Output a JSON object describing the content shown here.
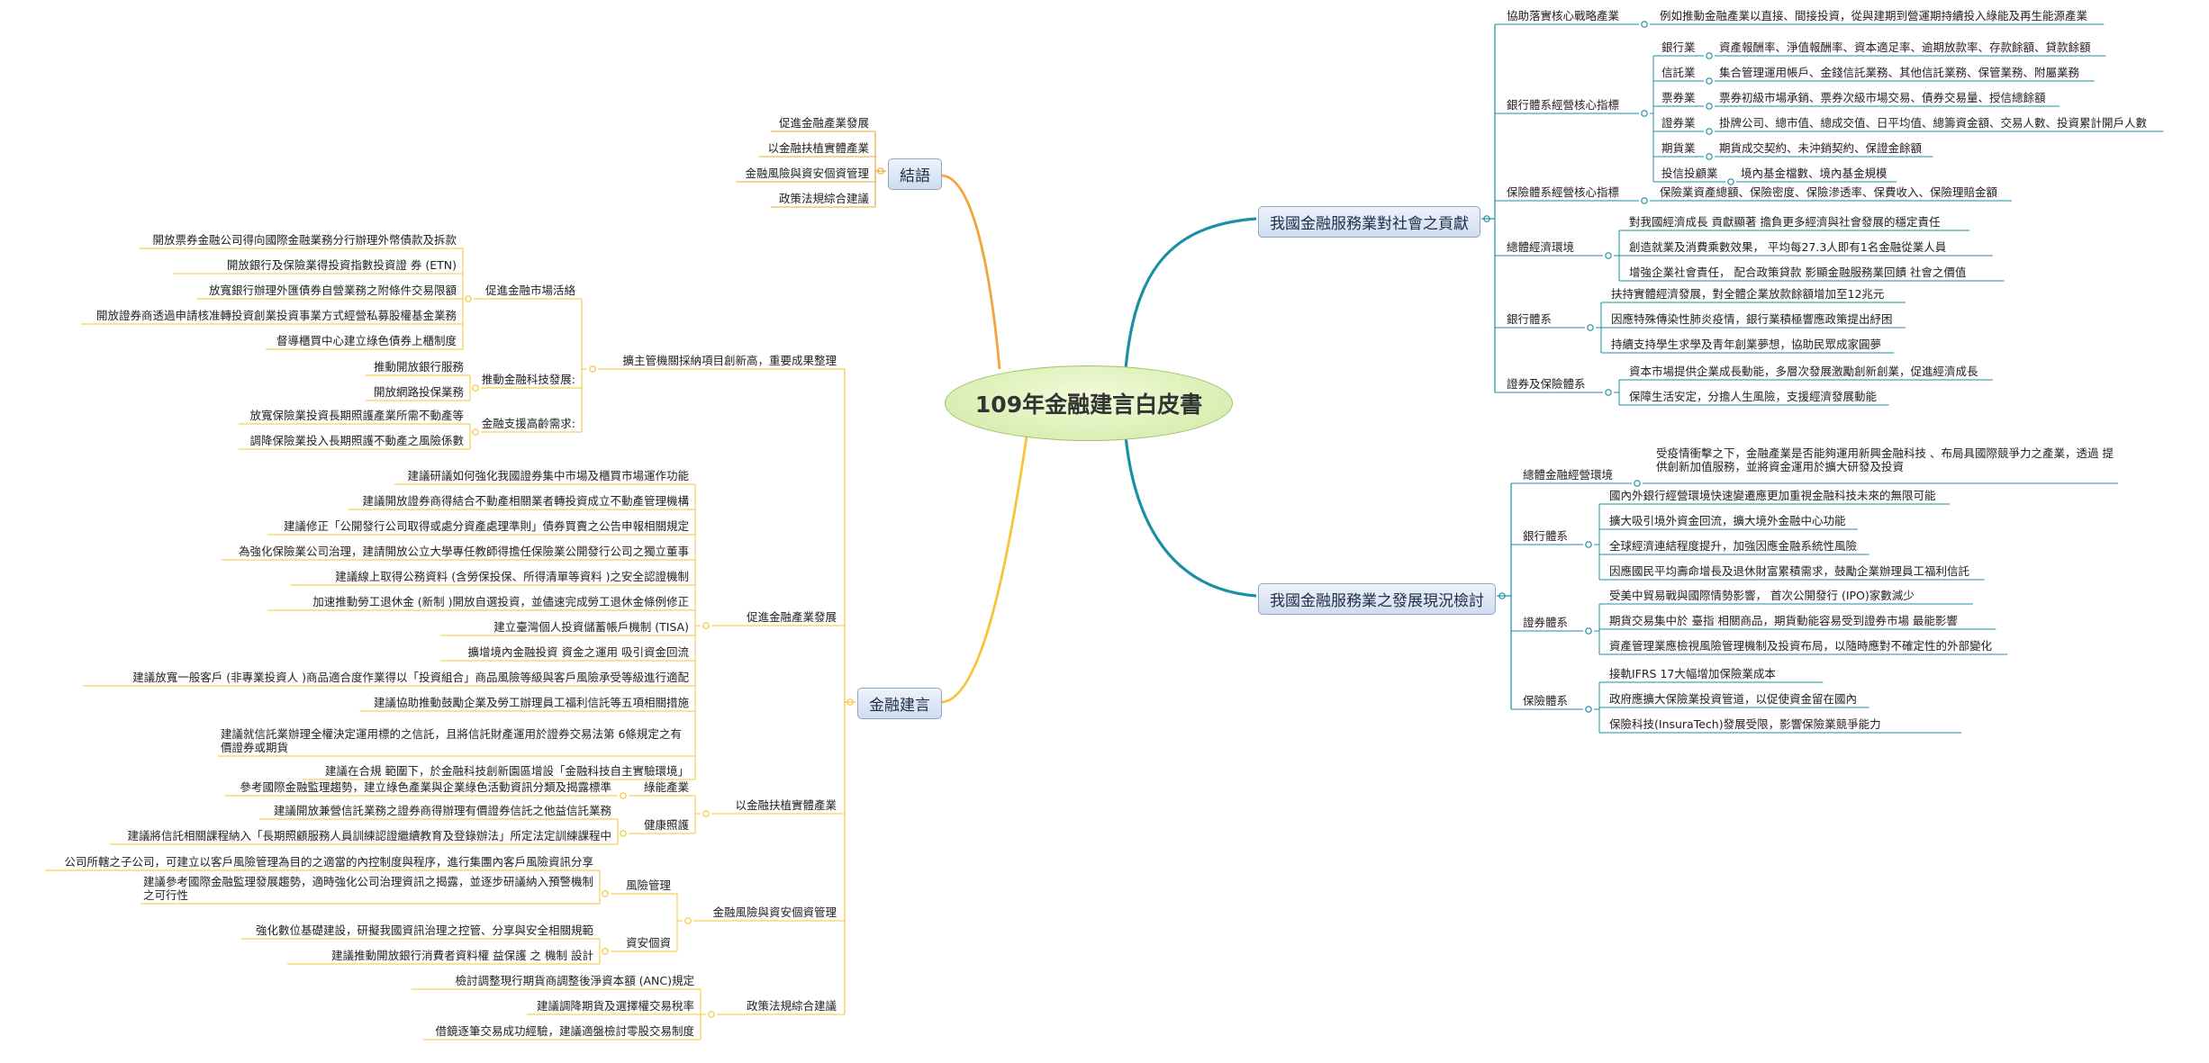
{
  "root": "109年金融建言白皮書",
  "colors": {
    "branch_teal": "#1b8fa6",
    "branch_orange": "#f2a33a",
    "branch_gold": "#f6c437",
    "root_fill": "#d9eeb0",
    "node_fill": "#dbe5f3"
  },
  "right_top": {
    "label": "我國金融服務業對社會之貢獻",
    "groups": [
      {
        "label": "協助落實核心戰略產業",
        "items": [
          "例如推動金融產業以直接、間接投資，從與建期到營運期持續投入綠能及再生能源產業"
        ]
      },
      {
        "label": "銀行體系經營核心指標",
        "subs": [
          {
            "label": "銀行業",
            "value": "資產報酬率、淨值報酬率、資本適足率、逾期放款率、存款餘額、貸款餘額"
          },
          {
            "label": "信託業",
            "value": "集合管理運用帳戶、金錢信託業務、其他信託業務、保管業務、附屬業務"
          },
          {
            "label": "票券業",
            "value": "票券初級市場承銷、票券次級市場交易、債券交易量、授信總餘額"
          },
          {
            "label": "證券業",
            "value": "掛牌公司、總市值、總成交值、日平均值、總籌資金額、交易人數、投資累計開戶人數"
          },
          {
            "label": "期貨業",
            "value": "期貨成交契約、未沖銷契約、保證金餘額"
          },
          {
            "label": "投信投顧業",
            "value": "境內基金檔數、境內基金規模"
          }
        ]
      },
      {
        "label": "保險體系經營核心指標",
        "items": [
          "保險業資產總額、保險密度、保險滲透率、保費收入、保險理賠金額"
        ]
      },
      {
        "label": "總體經濟環境",
        "items": [
          "對我國經濟成長 貢獻顯著 擔負更多經濟與社會發展的穩定責任",
          "創造就業及消費乘數效果， 平均每27.3人即有1名金融從業人員",
          "增強企業社會責任， 配合政策貸款 影顯金融服務業回饋 社會之價值"
        ]
      },
      {
        "label": "銀行體系",
        "items": [
          "扶持實體經濟發展，對全體企業放款餘額增加至12兆元",
          "因應特殊傳染性肺炎疫情，銀行業積極響應政策提出紓困",
          "持續支持學生求學及青年創業夢想，協助民眾成家圓夢"
        ]
      },
      {
        "label": "證券及保險體系",
        "items": [
          "資本市場提供企業成長動能，多層次發展激勵創新創業，促進經濟成長",
          "保障生活安定，分擔人生風險，支援經濟發展動能"
        ]
      }
    ]
  },
  "right_bottom": {
    "label": "我國金融服務業之發展現況檢討",
    "groups": [
      {
        "label": "總體金融經營環境",
        "items": [
          "受疫情衝擊之下，金融產業是否能夠運用新興金融科技 、布局具國際競爭力之產業，透過 提供創新加值服務，並將資金運用於擴大研發及投資"
        ]
      },
      {
        "label": "銀行體系",
        "items": [
          "國內外銀行經營環境快速變遷應更加重視金融科技未來的無限可能",
          "擴大吸引境外資金回流，擴大境外金融中心功能",
          "全球經濟連結程度提升，加強因應金融系統性風險",
          "因應國民平均壽命增長及退休財富累積需求，鼓勵企業辦理員工福利信託"
        ]
      },
      {
        "label": "證券體系",
        "items": [
          "受美中貿易戰與國際情勢影響， 首次公開發行 (IPO)家數減少",
          "期貨交易集中於 臺指 相關商品，期貨動能容易受到證券市場 最能影響",
          "資產管理業應檢視風險管理機制及投資布局，以隨時應對不確定性的外部變化"
        ]
      },
      {
        "label": "保險體系",
        "items": [
          "接軌IFRS 17大幅增加保險業成本",
          "政府應擴大保險業投資管道，以促使資金留在國內",
          "保險科技(InsuraTech)發展受限，影響保險業競爭能力"
        ]
      }
    ]
  },
  "left_top": {
    "label": "結語",
    "items": [
      "促進金融產業發展",
      "以金融扶植實體產業",
      "金融風險與資安個資管理",
      "政策法規綜合建議"
    ]
  },
  "left_bottom": {
    "label": "金融建言",
    "groups": [
      {
        "label": "擴主管機關採納項目創新高，重要成果整理",
        "subs": [
          {
            "label": "促進金融市場活絡",
            "items": [
              "開放票券金融公司得向國際金融業務分行辦理外幣債款及拆款",
              "開放銀行及保險業得投資指數投資證 券 (ETN)",
              "放寬銀行辦理外匯債券自營業務之附條件交易限額",
              "開放證券商透過申請核准轉投資創業投資事業方式經營私募股權基金業務",
              "督導櫃買中心建立綠色債券上櫃制度"
            ]
          },
          {
            "label": "推動金融科技發展:",
            "items": [
              "推動開放銀行服務",
              "開放網路投保業務"
            ]
          },
          {
            "label": "金融支援高齡需求:",
            "items": [
              "放寬保險業投資長期照護產業所需不動產等",
              "調降保險業投入長期照護不動產之風險係數"
            ]
          }
        ]
      },
      {
        "label": "促進金融產業發展",
        "items": [
          "建議研議如何強化我國證券集中市場及櫃買市場運作功能",
          "建議開放證券商得結合不動產相關業者轉投資成立不動產管理機構",
          "建議修正「公開發行公司取得或處分資產處理準則」債券買賣之公告申報相關規定",
          "為強化保險業公司治理，建請開放公立大學專任教師得擔任保險業公開發行公司之獨立董事",
          "建議線上取得公務資料 (含勞保投保、所得清單等資料 )之安全認證機制",
          "加速推動勞工退休金 (新制 )開放自選投資，並儘速完成勞工退休金條例修正",
          "建立臺灣個人投資儲蓄帳戶機制 (TISA)",
          "擴增境內金融投資 資金之運用 吸引資金回流",
          "建議放寬一般客戶 (非專業投資人 )商品適合度作業得以「投資組合」商品風險等級與客戶風險承受等級進行適配",
          "建議協助推動鼓勵企業及勞工辦理員工福利信託等五項相關措施",
          "建議就信託業辦理全權決定運用標的之信託，且將信託財產運用於證券交易法第 6條規定之有價證券或期貨",
          "建議在合規 範圍下，於金融科技創新園區增設「金融科技自主實驗環境」"
        ]
      },
      {
        "label": "以金融扶植實體產業",
        "subs": [
          {
            "label": "綠能產業",
            "items": [
              "參考國際金融監理趨勢，建立綠色產業與企業綠色活動資訊分類及揭露標準"
            ]
          },
          {
            "label": "健康照護",
            "items": [
              "建議開放兼營信託業務之證券商得辦理有價證券信託之他益信託業務",
              "建議將信託相關課程納入「長期照顧服務人員訓練認證繼續教育及登錄辦法」所定法定訓練課程中"
            ]
          }
        ]
      },
      {
        "label": "金融風險與資安個資管理",
        "subs": [
          {
            "label": "風險管理",
            "items": [
              "公司所轄之子公司，可建立以客戶風險管理為目的之適當的內控制度與程序，進行集團內客戶風險資訊分享",
              "建議參考國際金融監理發展趨勢，適時強化公司治理資訊之揭露，並逐步研議納入預警機制之可行性"
            ]
          },
          {
            "label": "資安個資",
            "items": [
              "強化數位基礎建設，研擬我國資訊治理之控管、分享與安全相關規範",
              "建議推動開放銀行消費者資料權 益保護 之 機制 設計"
            ]
          }
        ]
      },
      {
        "label": "政策法規綜合建議",
        "items": [
          "檢討調整現行期貨商調整後淨資本額 (ANC)規定",
          "建議調降期貨及選擇權交易稅率",
          "借鏡逐筆交易成功經驗，建議適盤檢討零股交易制度"
        ]
      }
    ]
  }
}
